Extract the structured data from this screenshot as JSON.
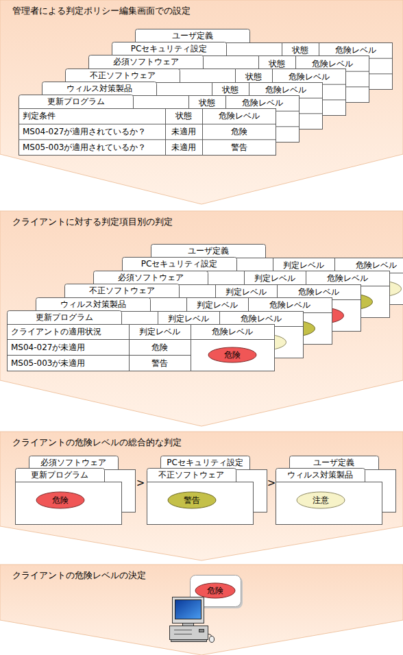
{
  "diagram": {
    "nodes": [
      {
        "text": [
          "管理者による判定ポリシー編集画面での設定"
        ]
      },
      {
        "text": [
          "ユーザ定義"
        ],
        "in": 0
      },
      {
        "text": [
          "PCセキュリティ設定"
        ],
        "in": 0
      },
      {
        "text": [
          "必須ソフトウェア"
        ],
        "in": 0
      },
      {
        "text": [
          "不正ソフトウェア"
        ],
        "in": 0
      },
      {
        "text": [
          "ウィルス対策製品"
        ],
        "in": 0
      },
      {
        "text": [
          "更新プログラム"
        ],
        "in": 0
      },
      {
        "text": [
          "クライアントに対する判定項目別の判定"
        ]
      },
      {
        "text": [
          "ユーザ定義"
        ],
        "in": 7
      },
      {
        "text": [
          "PCセキュリティ設定"
        ],
        "in": 7
      },
      {
        "text": [
          "必須ソフトウェア"
        ],
        "in": 7
      },
      {
        "text": [
          "不正ソフトウェア"
        ],
        "in": 7
      },
      {
        "text": [
          "ウィルス対策製品"
        ],
        "in": 7
      },
      {
        "text": [
          "更新プログラム"
        ],
        "in": 7
      },
      {
        "text": [
          "危険"
        ],
        "in": 13
      },
      {
        "text": [
          "クライアントの危険レベルの総合的な判定"
        ]
      },
      {
        "text": [
          "必須ソフトウェア"
        ],
        "in": 15
      },
      {
        "text": [
          "更新プログラム"
        ],
        "in": 15
      },
      {
        "text": [
          "危険"
        ],
        "in": 17
      },
      {
        "text": [
          "PCセキュリティ設定"
        ],
        "in": 15
      },
      {
        "text": [
          "不正ソフトウェア"
        ],
        "in": 15
      },
      {
        "text": [
          "警告"
        ],
        "in": 20
      },
      {
        "text": [
          "ユーザ定義"
        ],
        "in": 15
      },
      {
        "text": [
          "ウィルス対策製品"
        ],
        "in": 15
      },
      {
        "text": [
          "注意"
        ],
        "in": 23
      },
      {
        "text": [
          "クライアントの危険レベルの決定"
        ]
      },
      {
        "text": [
          "危険"
        ],
        "in": 25
      }
    ],
    "labels": [
      "状態",
      "危険レベル",
      "状態",
      "危険レベル",
      "状態",
      "危険レベル",
      "状態",
      "危険レベル",
      "状態",
      "危険レベル",
      "判定条件",
      "状態",
      "危険レベル",
      "MS04-027が適用されているか？",
      "未適用",
      "危険",
      "MS05-003が適用されているか？",
      "未適用",
      "警告",
      "判定レベル",
      "危険レベル",
      "判定レベル",
      "危険レベル",
      "判定レベル",
      "危険レベル",
      "判定レベル",
      "危険レベル",
      "判定レベル",
      "危険レベル",
      "クライアントの適用状況",
      "判定レベル",
      "危険レベル",
      "MS04-027が未適用",
      "危険",
      "MS05-003が未適用",
      "警告",
      ">",
      ">"
    ]
  }
}
